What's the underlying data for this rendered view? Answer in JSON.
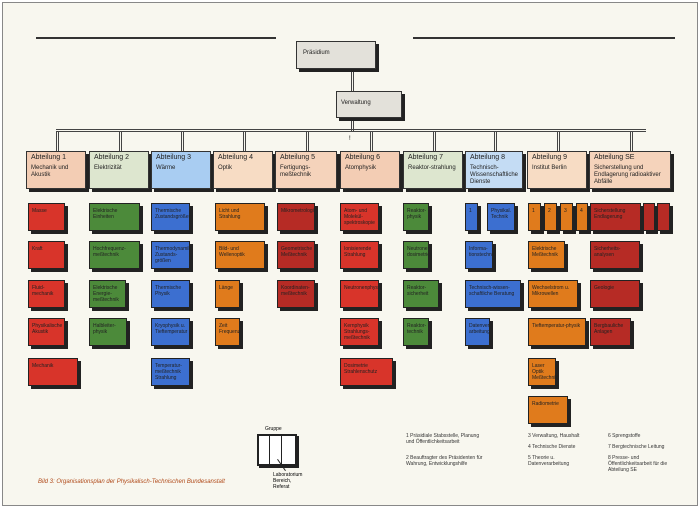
{
  "top": {
    "president": "Präsidium",
    "administration": "Verwaltung",
    "marker": "!"
  },
  "departments": [
    {
      "title": "Abteilung 1",
      "name": "Mechanik und Akustik"
    },
    {
      "title": "Abteilung 2",
      "name": "Elektrizität"
    },
    {
      "title": "Abteilung 3",
      "name": "Wärme"
    },
    {
      "title": "Abteilung 4",
      "name": "Optik"
    },
    {
      "title": "Abteilung 5",
      "name": "Fertigungs-meßtechnik"
    },
    {
      "title": "Abteilung 6",
      "name": "Atomphysik"
    },
    {
      "title": "Abteilung 7",
      "name": "Reaktor-strahlung"
    },
    {
      "title": "Abteilung 8",
      "name": "Technisch-Wissenschaftliche Dienste"
    },
    {
      "title": "Abteilung 9",
      "name": "Institut Berlin"
    },
    {
      "title": "Abteilung SE",
      "name": "Sicherstellung und Endlagerung radioaktiver Abfälle"
    }
  ],
  "groups": {
    "d1": [
      "Masse",
      "Kraft",
      "Fluid-mechanik",
      "Physikalische Akustik",
      "Mechanik"
    ],
    "d2": [
      "Elektrische Einheiten",
      "Hochfrequenz-meßtechnik",
      "Elektrische Energie-meßtechnik",
      "Halbleiter-physik"
    ],
    "d3": [
      "Thermische Zustandsgrößen",
      "Thermodynamik Zustands-größen",
      "Thermische Physik",
      "Kryophysik u. Tieftemperatur",
      "Temperatur-meßtechnik Strahlung"
    ],
    "d4": [
      "Licht und Strahlung",
      "Bild- und Wellenoptik",
      "Länge",
      "Zeit Frequenz"
    ],
    "d5": [
      "Mikrometrologie",
      "Geometrische Meßtechnik",
      "Koordinaten-meßtechnik"
    ],
    "d6": [
      "Atom- und Molekül-spektroskopie",
      "Ionisierende Strahlung",
      "Neutronenphysik",
      "Kernphysik Strahlungs-meßtechnik",
      "Dosimetrie Strahlenschutz"
    ],
    "d7": [
      "Reaktor-physik",
      "Neutronen-dosimetrie",
      "Reaktor-sicherheit",
      "Reaktor-technik"
    ],
    "d8": [
      "1",
      "Physikal. Technik",
      "Informa-tionstechnik",
      "Technisch-wissen-schaftliche Beratung",
      "Datenver-arbeitung"
    ],
    "d9": [
      "1",
      "2",
      "3",
      "4",
      "Elektrische Meßtechnik",
      "Wechselstrom u. Mikrowellen",
      "Tieftemperatur-physik",
      "Laser Optik Meßtechnik",
      "Radiometrie"
    ],
    "dse": [
      "Sicherstellung Endlagerung",
      "",
      "",
      "Sicherheits-analysen",
      "Geologie",
      "Bergbauliche Anlagen"
    ]
  },
  "legend": {
    "group_label": "Gruppe",
    "lab_label": "Laboratorium Bereich, Referat",
    "notes": [
      "1 Präsidiale Stabsstelle, Planung und Öffentlichkeitsarbeit",
      "2 Beauftragter des Präsidenten für Wahrung, Entwicklungshilfe",
      "3 Verwaltung, Haushalt",
      "4 Technische Dienste",
      "5 Theorie u. Datenverarbeitung",
      "6 Sprengstoffe",
      "7 Bergtechnische Leitung",
      "8 Presse- und Öffentlichkeitsarbeit für die Abteilung SE"
    ]
  },
  "caption": "Bild 3: Organisationsplan der Physikalisch-Technischen Bundesanstalt",
  "colors": {
    "red": "#d8342a",
    "green": "#4c8a3a",
    "blue": "#3c6fd0",
    "orange": "#e07b1c",
    "dark_red": "#b62b25"
  }
}
